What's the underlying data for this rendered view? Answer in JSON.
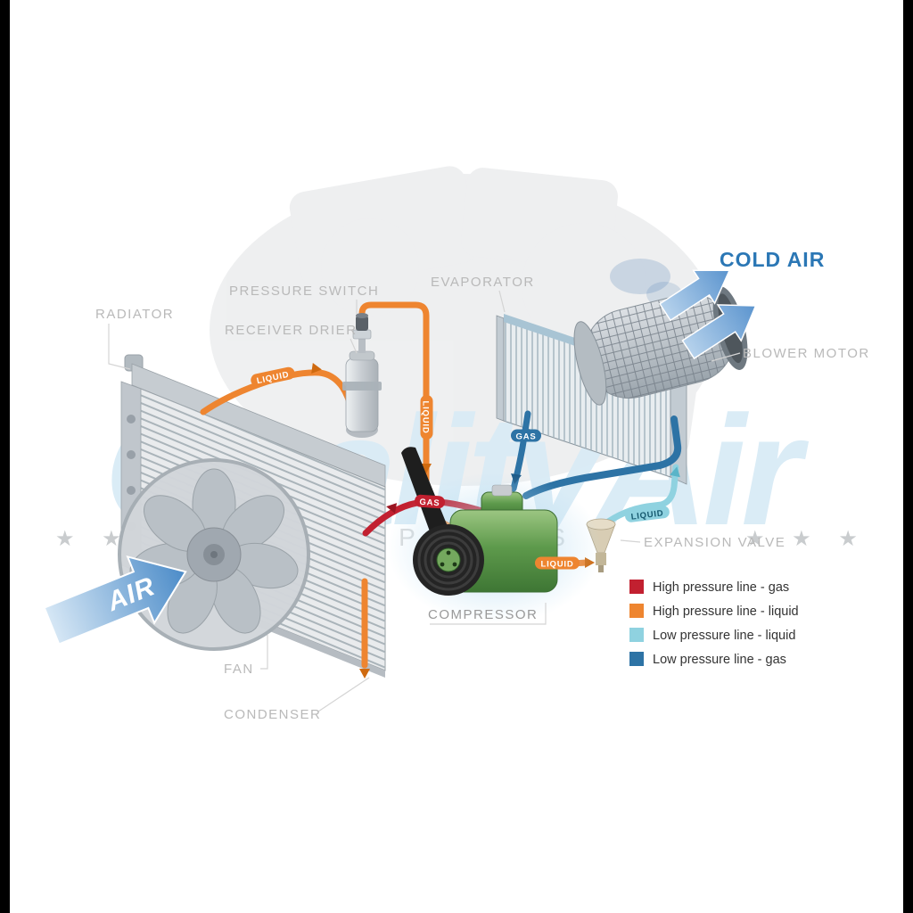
{
  "watermark": {
    "text": "QualityAir",
    "left_stars": "★ ★ ★",
    "right_stars": "★ ★ ★",
    "subtext": "AUTO PARTS"
  },
  "labels": {
    "radiator": "RADIATOR",
    "pressure_switch": "PRESSURE SWITCH",
    "receiver_drier": "RECEIVER DRIER",
    "evaporator": "EVAPORATOR",
    "blower_motor": "BLOWER MOTOR",
    "cold_air": "COLD AIR",
    "expansion_valve": "EXPANSION VALVE",
    "compressor": "COMPRESSOR",
    "fan": "FAN",
    "condenser": "CONDENSER",
    "air": "AIR"
  },
  "line_labels": {
    "condenser_to_drier": "LIQUID",
    "drier_down": "LIQUID",
    "to_expansion_valve": "LIQUID",
    "compressor_out": "GAS",
    "evaporator_out": "GAS",
    "valve_to_evaporator": "LIQUID"
  },
  "legend": {
    "items": [
      {
        "label": "High pressure line - gas",
        "color": "#c22030"
      },
      {
        "label": "High pressure line - liquid",
        "color": "#ee8530"
      },
      {
        "label": "Low pressure line - liquid",
        "color": "#8fd2e0"
      },
      {
        "label": "Low pressure line -  gas",
        "color": "#2d73a5"
      }
    ]
  },
  "colors": {
    "high_pressure_gas": "#c22030",
    "high_pressure_liquid": "#ee8530",
    "low_pressure_liquid": "#8fd2e0",
    "low_pressure_gas": "#2d73a5",
    "cold_air_text": "#2b77b5",
    "component_label": "#b9b9b9",
    "watermark": "#d9ebf6"
  }
}
